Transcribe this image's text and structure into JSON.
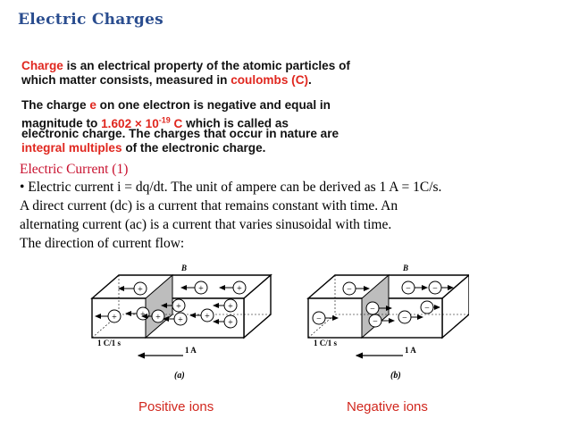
{
  "title": "Electric Charges",
  "p1": {
    "word_charge": "Charge",
    "line1_rest": " is an electrical property of the atomic particles of",
    "line2_a": "which matter consists, measured in ",
    "line2_red": "coulombs (C)",
    "line2_end": "."
  },
  "p2": {
    "line1_a": "The charge ",
    "line1_e": "e",
    "line1_b": " on one electron is negative and equal in",
    "line2_a": "magnitude to ",
    "line2_val": "1.602 × 10",
    "line2_exp": "-19",
    "line2_unit": " C",
    "line2_b": " which is called as",
    "line3": "electronic charge. The charges that occur in nature are",
    "line4_red": "integral multiples",
    "line4_b": " of the electronic charge."
  },
  "current": {
    "heading": "Electric Current (1)",
    "bullet": "• Electric current i = dq/dt. The unit of ampere can be derived as 1 A = 1C/s.",
    "line2": "A direct current (dc) is a current that remains constant with time.   An",
    "line3": "alternating current (ac) is a current that varies sinusoidal with time.",
    "line4": "The direction of current flow:"
  },
  "diagram": {
    "a": {
      "field": "B",
      "rate": "1 C/1 s",
      "current": "1 A",
      "label": "(a)"
    },
    "b": {
      "field": "B",
      "rate": "1 C/1 s",
      "current": "1 A",
      "label": "(b)"
    },
    "plus": "+",
    "minus": "−"
  },
  "captions": {
    "a": "Positive ions",
    "b": "Negative ions"
  }
}
